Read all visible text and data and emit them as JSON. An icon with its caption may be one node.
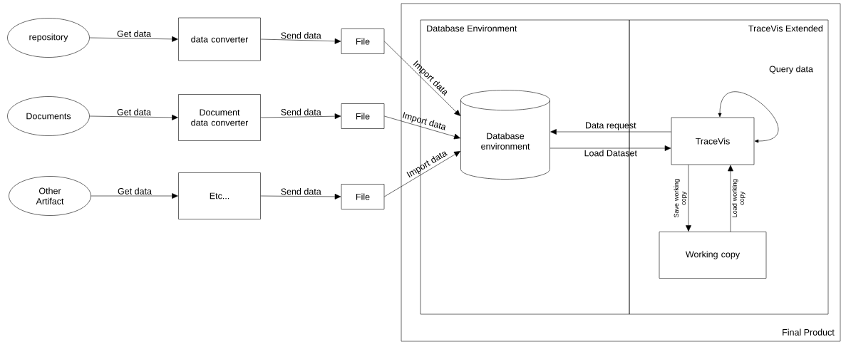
{
  "diagram": {
    "nodes": [
      {
        "text": [
          "repository"
        ]
      },
      {
        "text": [
          "data converter"
        ]
      },
      {
        "text": [
          "File"
        ]
      },
      {
        "text": [
          "Documents"
        ]
      },
      {
        "text": [
          "Document data converter"
        ]
      },
      {
        "text": [
          "File"
        ]
      },
      {
        "text": [
          "Other Artifact"
        ]
      },
      {
        "text": [
          "Etc..."
        ]
      },
      {
        "text": [
          "File"
        ]
      },
      {
        "text": [
          "Final Product"
        ]
      },
      {
        "text": [
          "Database Environment"
        ],
        "in": 9
      },
      {
        "text": [
          "TraceVis Extended"
        ],
        "in": 9
      },
      {
        "text": [
          "Database environment"
        ],
        "in": 10
      },
      {
        "text": [
          "TraceVis"
        ],
        "in": 11
      },
      {
        "text": [
          "Working copy"
        ],
        "in": 11
      }
    ],
    "edges": [
      {
        "from": 0,
        "to": 1,
        "arrow": "to",
        "label": "Get data"
      },
      {
        "from": 1,
        "to": 2,
        "arrow": "to",
        "label": "Send data"
      },
      {
        "from": 3,
        "to": 4,
        "arrow": "to",
        "label": "Get data"
      },
      {
        "from": 4,
        "to": 5,
        "arrow": "to",
        "label": "Send data"
      },
      {
        "from": 6,
        "to": 7,
        "arrow": "to",
        "label": "Get data"
      },
      {
        "from": 7,
        "to": 8,
        "arrow": "to",
        "label": "Send data"
      },
      {
        "from": 2,
        "to": 12,
        "arrow": "to",
        "label": "Import data"
      },
      {
        "from": 5,
        "to": 12,
        "arrow": "to",
        "label": "Import data"
      },
      {
        "from": 8,
        "to": 12,
        "arrow": "to",
        "label": "Import data"
      },
      {
        "from": 13,
        "to": 12,
        "arrow": "to",
        "label": "Data request"
      },
      {
        "from": 12,
        "to": 13,
        "arrow": "to",
        "label": "Load Dataset"
      },
      {
        "from": 13,
        "to": 13,
        "arrow": "both",
        "label": "Query data"
      },
      {
        "from": 13,
        "to": 14,
        "arrow": "to",
        "label": "Save working copy"
      },
      {
        "from": 14,
        "to": 13,
        "arrow": "to",
        "label": "Load working copy"
      }
    ]
  }
}
